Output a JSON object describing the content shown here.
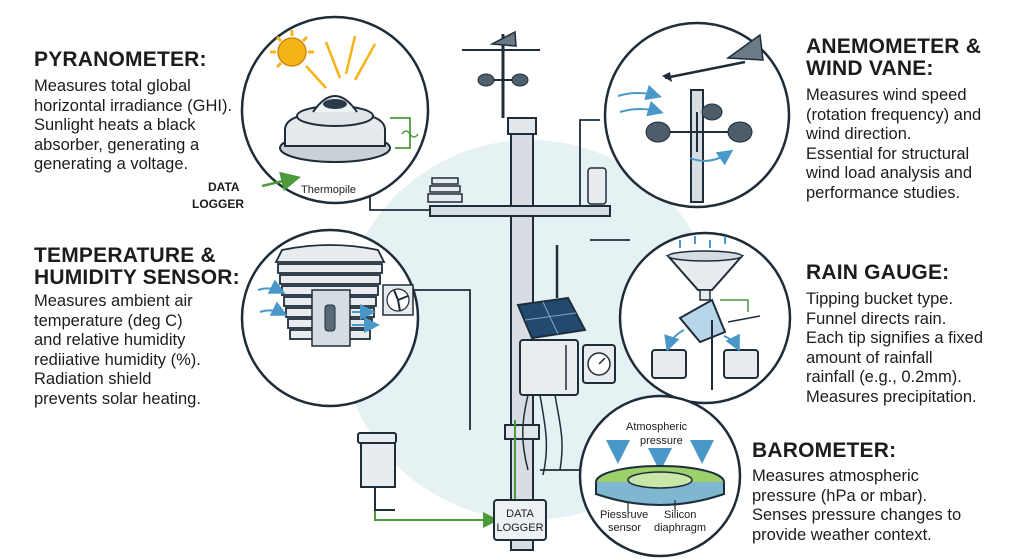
{
  "pyranometer": {
    "title": "PYRANOMETER:",
    "lines": [
      "Measures total global",
      "horizontal irradiance (GHI).",
      "Sunlight heats a black",
      "absorber, generating a",
      "generating a voltage."
    ],
    "logger_line1": "DATA",
    "logger_line2": "LOGGER",
    "thermopile": "Thermopile"
  },
  "temperature": {
    "title_line1": "TEMPERATURE &",
    "title_line2": "HUMIDITY SENSOR:",
    "lines": [
      "Measures ambient air",
      "temperature (deg C)",
      "and relative humidity",
      "rediiative humidity (%).",
      "Radiation shield",
      "prevents solar heating."
    ]
  },
  "anemometer": {
    "title_line1": "ANEMOMETER &",
    "title_line2": "WIND VANE:",
    "lines": [
      "Measures wind speed",
      "(rotation frequency) and",
      "wind direction.",
      "Essential for structural",
      "wind load analysis and",
      "performance studies."
    ]
  },
  "rain": {
    "title": "RAIN GAUGE:",
    "lines": [
      "Tipping bucket type.",
      "Funnel directs rain.",
      "Each tip signifies a fixed",
      "amount of rainfall",
      "rainfall (e.g., 0.2mm).",
      "Measures precipitation."
    ]
  },
  "barometer": {
    "title": "BAROMETER:",
    "lines": [
      "Measures atmospheric",
      "pressure (hPa or mbar).",
      "Senses pressure changes to",
      "provide weather context."
    ],
    "atm_line1": "Atmospheric",
    "atm_line2": "pressure",
    "sensor_line1": "Piessruve",
    "sensor_line2": "sensor",
    "silicon_line1": "Silicon",
    "silicon_line2": "diaphragm"
  },
  "logger": {
    "line1": "DATA",
    "line2": "LOGGER"
  },
  "colors": {
    "outline": "#1f2d3a",
    "pole": "#d7dde2",
    "arrow_blue": "#4a98c9",
    "wire_green": "#4d9a3c",
    "sun": "#f4b417",
    "circle_bg": "#dcecef"
  }
}
